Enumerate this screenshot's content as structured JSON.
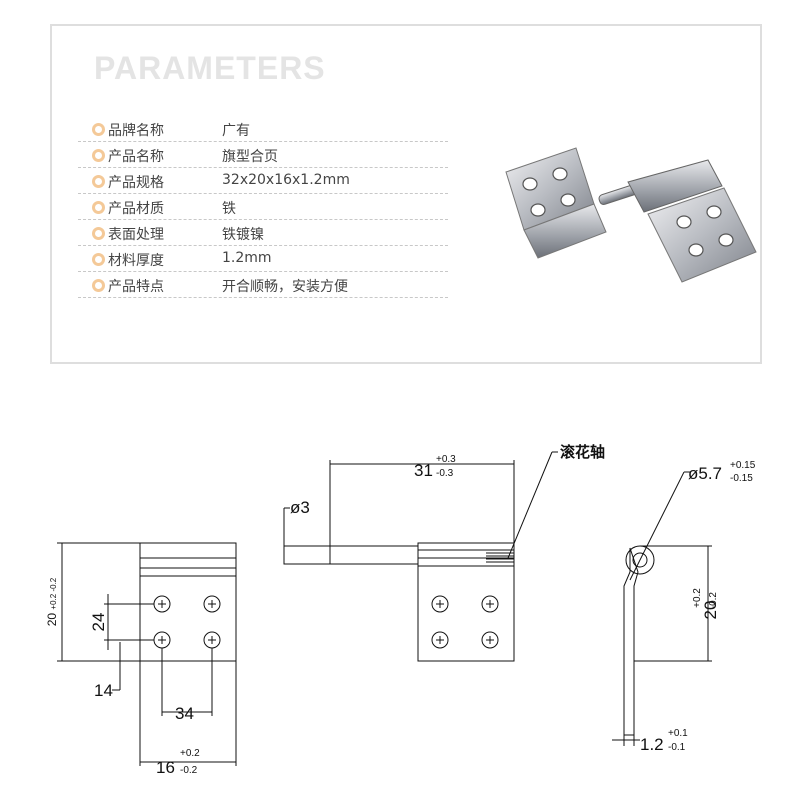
{
  "panel": {
    "title": "PARAMETERS",
    "rows": [
      {
        "label": "品牌名称",
        "value": "广有"
      },
      {
        "label": "产品名称",
        "value": "旗型合页"
      },
      {
        "label": "产品规格",
        "value": "32x20x16x1.2mm"
      },
      {
        "label": "产品材质",
        "value": "铁"
      },
      {
        "label": "表面处理",
        "value": "铁镀镍"
      },
      {
        "label": "材料厚度",
        "value": "1.2mm"
      },
      {
        "label": "产品特点",
        "value": "开合顺畅，安装方便"
      }
    ]
  },
  "drawing": {
    "callout": "滚花轴",
    "dia_shaft": "ø3",
    "dia_knuckle": "ø5.7",
    "dia_knuckle_tol_plus": "+0.15",
    "dia_knuckle_tol_minus": "-0.15",
    "length_31": "31",
    "length_31_tol_plus": "+0.3",
    "length_31_tol_minus": "-0.3",
    "height_20_left": "20",
    "height_20_left_tol": "+0.2 -0.2",
    "dim_24": "24",
    "dim_14": "14",
    "dim_34": "34",
    "width_16": "16",
    "width_16_tol_plus": "+0.2",
    "width_16_tol_minus": "-0.2",
    "height_20_right": "20",
    "height_20_right_tol_plus": "+0.2",
    "height_20_right_tol_minus": "-0.2",
    "thick_12": "1.2",
    "thick_12_tol_plus": "+0.1",
    "thick_12_tol_minus": "-0.1"
  }
}
